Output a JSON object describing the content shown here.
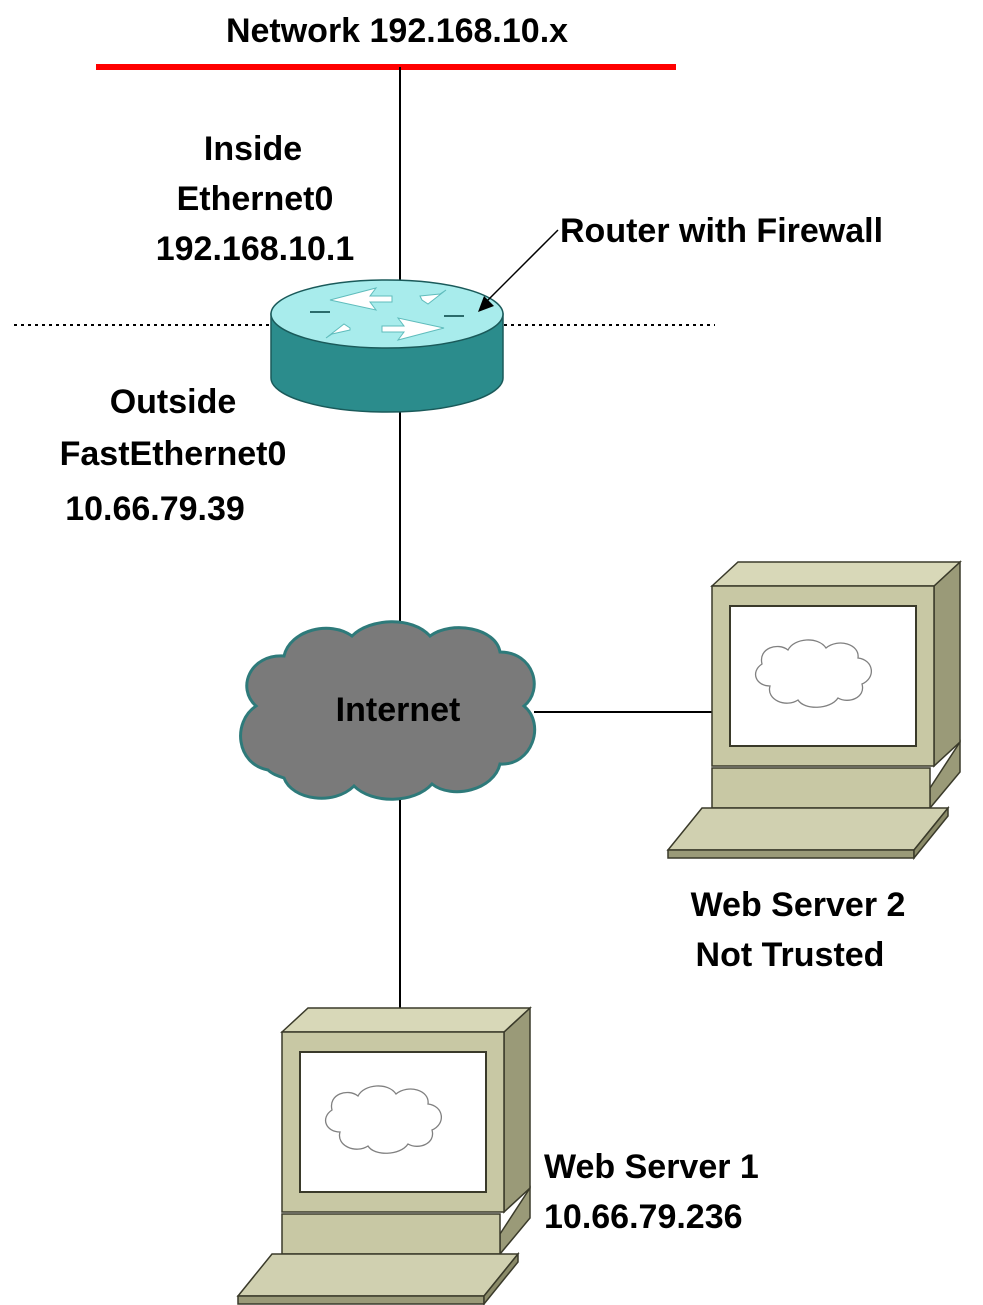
{
  "diagram": {
    "network_label": "Network 192.168.10.x",
    "inside": {
      "line1": "Inside",
      "line2": "Ethernet0",
      "line3": "192.168.10.1"
    },
    "router_label": "Router with Firewall",
    "outside": {
      "line1": "Outside",
      "line2": "FastEthernet0",
      "line3": "10.66.79.39"
    },
    "internet_label": "Internet",
    "web_server_2": {
      "line1": "Web Server 2",
      "line2": "Not Trusted"
    },
    "web_server_1": {
      "line1": "Web Server 1",
      "line2": "10.66.79.236"
    }
  },
  "colors": {
    "network_bar": "#ff0000",
    "router_body": "#2b8c8c",
    "router_top": "#a8ecec",
    "cloud_fill": "#7a7a7a",
    "computer_body": "#c0c0a0",
    "screen_fill": "#ffffff"
  },
  "icons": {
    "router": "router-icon",
    "cloud": "internet-cloud-icon",
    "computer": "computer-icon"
  }
}
